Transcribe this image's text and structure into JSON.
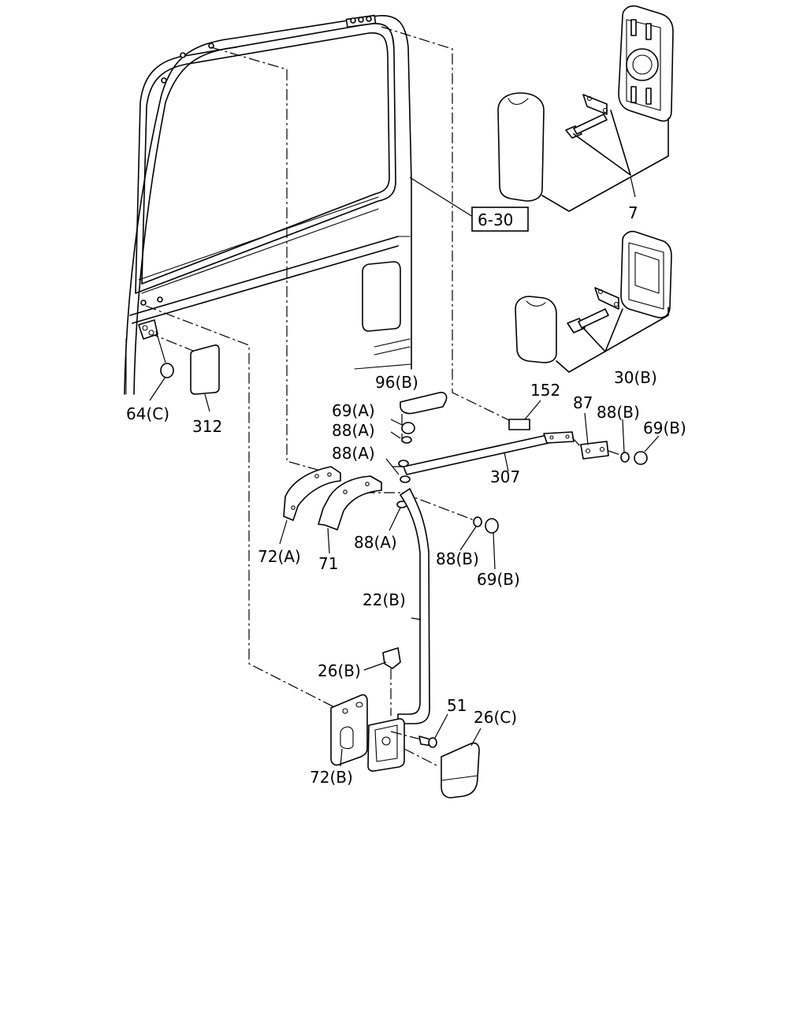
{
  "labels": {
    "ref_6_30": "6-30",
    "p7": "7",
    "p30b": "30(B)",
    "p96b": "96(B)",
    "p152": "152",
    "p87": "87",
    "p88b_top": "88(B)",
    "p69b_top": "69(B)",
    "p69a": "69(A)",
    "p88a_1": "88(A)",
    "p88a_2": "88(A)",
    "p307": "307",
    "p64c": "64(C)",
    "p312": "312",
    "p72a": "72(A)",
    "p71": "71",
    "p88a_3": "88(A)",
    "p88b_bot": "88(B)",
    "p69b_bot": "69(B)",
    "p22b": "22(B)",
    "p26b": "26(B)",
    "p51": "51",
    "p26c": "26(C)",
    "p72b": "72(B)"
  }
}
